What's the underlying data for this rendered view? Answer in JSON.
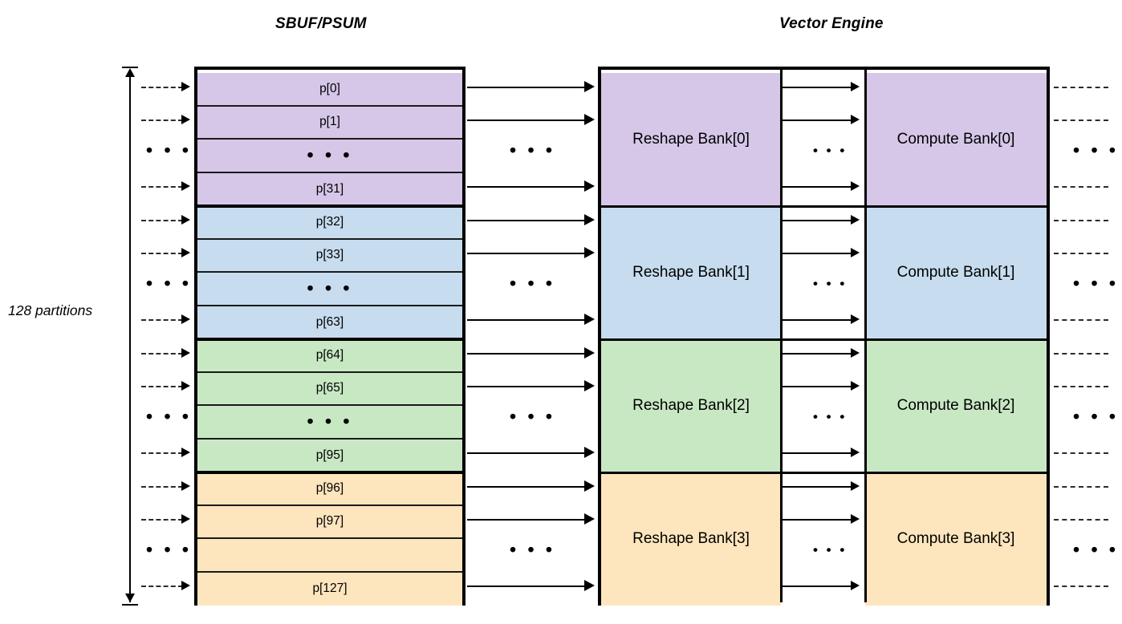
{
  "titles": {
    "left": "SBUF/PSUM",
    "right": "Vector Engine"
  },
  "annotations": {
    "partitions": "128 partitions",
    "ellipsis": "• • •",
    "ellipsis_small": "• • •"
  },
  "colors": {
    "band0": "#d6c7e8",
    "band1": "#c7dcee",
    "band2": "#c8e8c4",
    "band3": "#fde5bd",
    "stroke": "#000000",
    "row_rule": "#1a1a1a",
    "background": "#ffffff"
  },
  "bands": [
    {
      "color_key": "band0",
      "reshape_label": "Reshape Bank[0]",
      "compute_label": "Compute Bank[0]",
      "rows": [
        {
          "label": "p[0]",
          "kind": "value"
        },
        {
          "label": "p[1]",
          "kind": "value"
        },
        {
          "label": "• • •",
          "kind": "ellipsis"
        },
        {
          "label": "p[31]",
          "kind": "value"
        }
      ]
    },
    {
      "color_key": "band1",
      "reshape_label": "Reshape Bank[1]",
      "compute_label": "Compute Bank[1]",
      "rows": [
        {
          "label": "p[32]",
          "kind": "value"
        },
        {
          "label": "p[33]",
          "kind": "value"
        },
        {
          "label": "• • •",
          "kind": "ellipsis"
        },
        {
          "label": "p[63]",
          "kind": "value"
        }
      ]
    },
    {
      "color_key": "band2",
      "reshape_label": "Reshape Bank[2]",
      "compute_label": "Compute Bank[2]",
      "rows": [
        {
          "label": "p[64]",
          "kind": "value"
        },
        {
          "label": "p[65]",
          "kind": "value"
        },
        {
          "label": "• • •",
          "kind": "ellipsis"
        },
        {
          "label": "p[95]",
          "kind": "value"
        }
      ]
    },
    {
      "color_key": "band3",
      "reshape_label": "Reshape Bank[3]",
      "compute_label": "Compute Bank[3]",
      "rows": [
        {
          "label": "p[96]",
          "kind": "value"
        },
        {
          "label": "p[97]",
          "kind": "value"
        },
        {
          "label": "",
          "kind": "ellipsis_blank"
        },
        {
          "label": "p[127]",
          "kind": "value"
        }
      ]
    }
  ]
}
